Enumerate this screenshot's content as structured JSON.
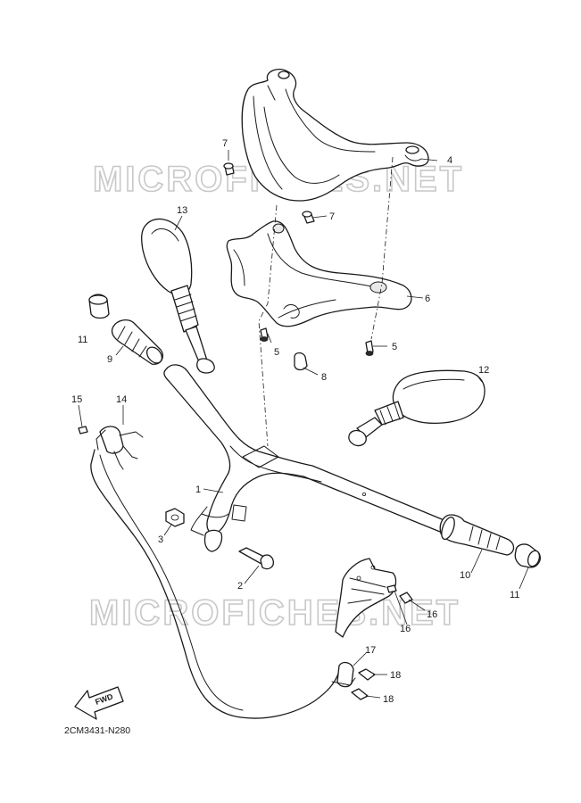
{
  "diagram": {
    "code": "2CM3431-N280",
    "watermark": "MICROFICHES.NET",
    "fwd_label": "FWD",
    "callouts": [
      {
        "id": "c1",
        "label": "1"
      },
      {
        "id": "c2",
        "label": "2"
      },
      {
        "id": "c3",
        "label": "3"
      },
      {
        "id": "c4",
        "label": "4"
      },
      {
        "id": "c5a",
        "label": "5"
      },
      {
        "id": "c5b",
        "label": "5"
      },
      {
        "id": "c6",
        "label": "6"
      },
      {
        "id": "c7a",
        "label": "7"
      },
      {
        "id": "c7b",
        "label": "7"
      },
      {
        "id": "c8",
        "label": "8"
      },
      {
        "id": "c9",
        "label": "9"
      },
      {
        "id": "c10",
        "label": "10"
      },
      {
        "id": "c11a",
        "label": "11"
      },
      {
        "id": "c11b",
        "label": "11"
      },
      {
        "id": "c12",
        "label": "12"
      },
      {
        "id": "c13",
        "label": "13"
      },
      {
        "id": "c14",
        "label": "14"
      },
      {
        "id": "c15",
        "label": "15"
      },
      {
        "id": "c16a",
        "label": "16"
      },
      {
        "id": "c16b",
        "label": "16"
      },
      {
        "id": "c17",
        "label": "17"
      },
      {
        "id": "c18a",
        "label": "18"
      },
      {
        "id": "c18b",
        "label": "18"
      }
    ]
  }
}
